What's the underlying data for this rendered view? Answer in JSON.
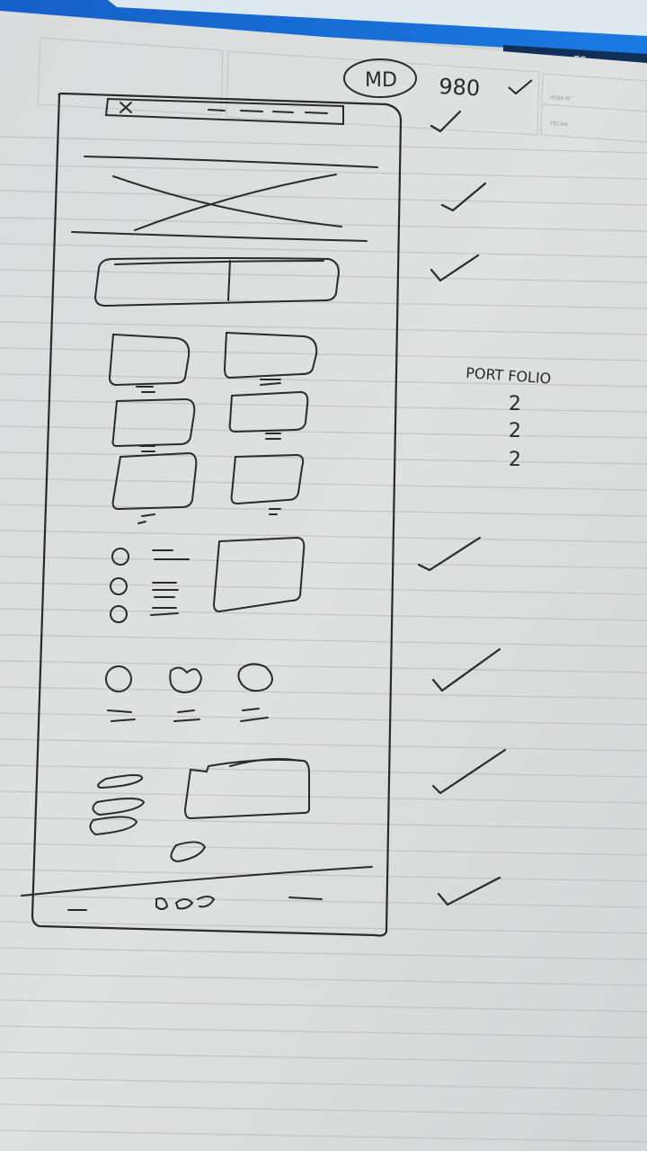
{
  "taskbar": {
    "language": "ES"
  },
  "header_box": {
    "field_1_label": "HOJA N°",
    "field_2_label": "FECHA"
  },
  "annotations": {
    "circled_label": "MD",
    "width_value": "980",
    "portfolio_note": "PORT FOLIO",
    "portfolio_counts": [
      "2",
      "2",
      "2"
    ]
  },
  "sketch": {
    "checkmark_count": 8,
    "section_rows": [
      "navbar",
      "hero-image",
      "two-buttons",
      "portfolio-grid",
      "list-with-image",
      "three-icons",
      "text-with-image-and-button",
      "footer"
    ]
  },
  "colors": {
    "paper": "#dcdedd",
    "ruled_line": "#b8c4cc",
    "ink": "#2a2a2a",
    "monitor_blue": "#1a6ed8"
  }
}
